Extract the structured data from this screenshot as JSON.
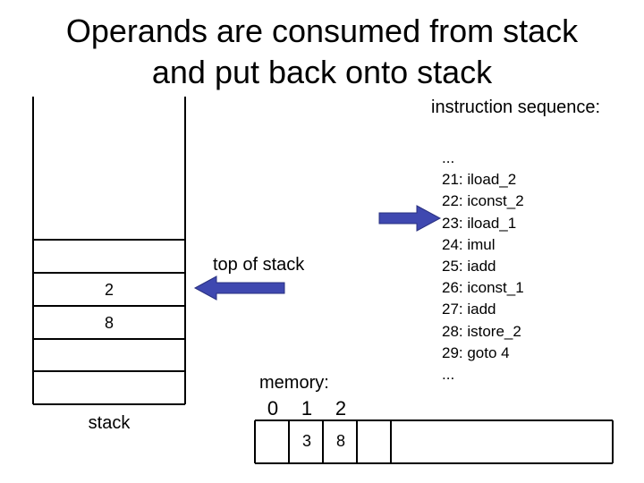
{
  "title": {
    "line1": "Operands are consumed from stack",
    "line2": "and put back onto stack"
  },
  "instruction_sequence": {
    "heading": "instruction sequence:",
    "current_index": 3,
    "lines": [
      "...",
      "21: iload_2",
      "22: iconst_2",
      "23: iload_1",
      "24: imul",
      "25: iadd",
      "26: iconst_1",
      "27: iadd",
      "28: istore_2",
      "29: goto 4",
      "..."
    ]
  },
  "stack": {
    "caption": "stack",
    "top_label": "top of stack",
    "values": [
      "2",
      "8"
    ]
  },
  "memory": {
    "label": "memory:",
    "indices": [
      "0",
      "1",
      "2"
    ],
    "values": [
      "",
      "3",
      "8"
    ]
  },
  "colors": {
    "arrow": "#3f48b0",
    "line": "#000000"
  }
}
